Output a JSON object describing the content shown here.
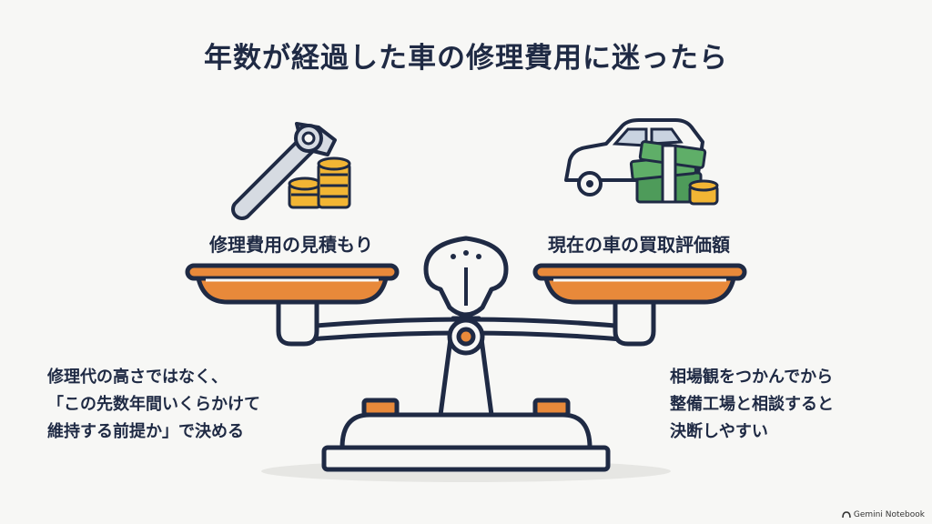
{
  "title": "年数が経過した車の修理費用に迷ったら",
  "left": {
    "label": "修理費用の見積もり",
    "icon": "wrench-coins-icon",
    "note": [
      "修理代の高さではなく、",
      "「この先数年間いくらかけて",
      "維持する前提か」で決める"
    ]
  },
  "right": {
    "label": "現在の車の買取評価額",
    "icon": "car-money-icon",
    "note": [
      "相場観をつかんでから",
      "整備工場と相談すると",
      "決断しやすい"
    ]
  },
  "brand": "Gemini Notebook",
  "colors": {
    "navy": "#1f2a44",
    "orange": "#e8893a",
    "gold": "#f2b534",
    "green": "#4e9b5a"
  }
}
